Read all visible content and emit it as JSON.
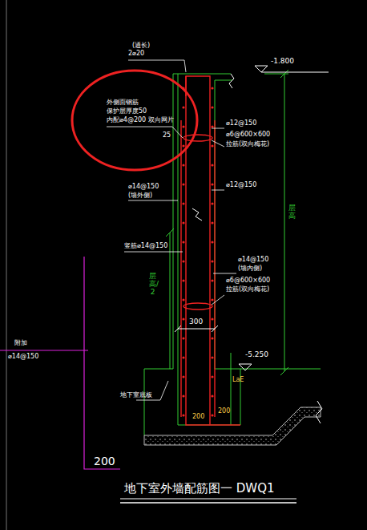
{
  "diagram": {
    "title": "地下室外墙配筋图一 DWQ1",
    "labels": [
      "(通长)",
      "2⌀20",
      "-1.800",
      "外侧面钢筋",
      "保护层厚度50",
      "内配⌀4@200 双向网片",
      "25",
      "⌀12@150",
      "⌀6@600×600",
      "拉筋(双向梅花)",
      "⌀14@150",
      "(墙外侧)",
      "⌀12@150",
      "竖筋⌀14@150",
      "⌀14@150",
      "(墙内侧)",
      "⌀6@600×600",
      "拉筋(双向梅花)",
      "层高",
      "层高/2",
      "300",
      "-5.250",
      "LaE",
      "地下室底板",
      "200",
      "200",
      "附加",
      "⌀14@150",
      "200"
    ]
  }
}
